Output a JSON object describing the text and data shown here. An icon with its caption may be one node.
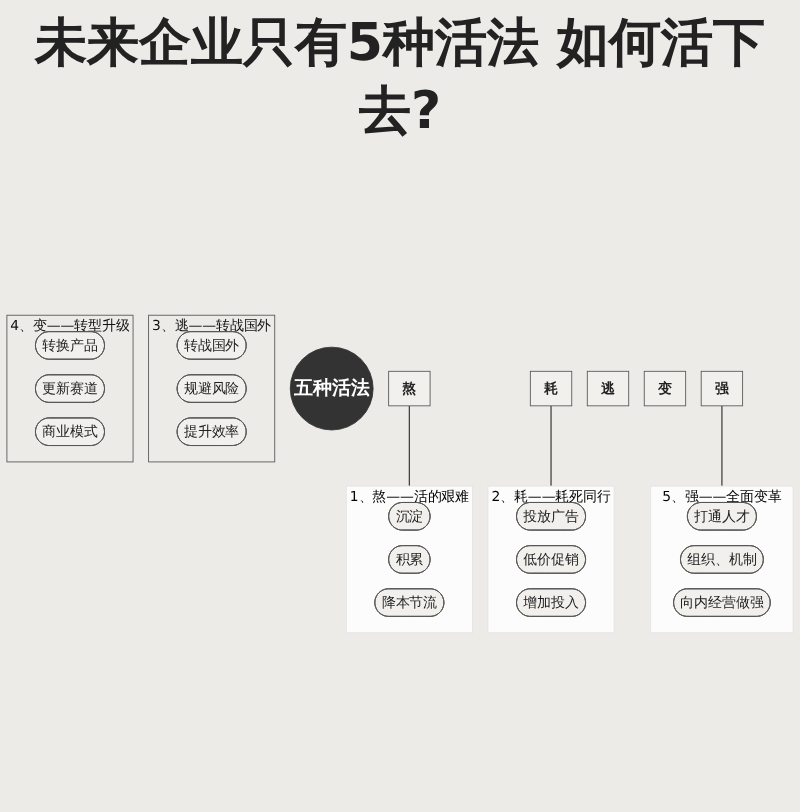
{
  "diagram": {
    "title": "未来企业只有5种活法 如何活下去?",
    "nodes": [
      {
        "text": [
          "1、熬——活的艰难"
        ]
      },
      {
        "text": [
          "沉淀"
        ],
        "in": 0
      },
      {
        "text": [
          "积累"
        ],
        "in": 0
      },
      {
        "text": [
          "降本节流"
        ],
        "in": 0
      },
      {
        "text": [
          "2、耗——耗死同行"
        ]
      },
      {
        "text": [
          "投放广告"
        ],
        "in": 4
      },
      {
        "text": [
          "低价促销"
        ],
        "in": 4
      },
      {
        "text": [
          "增加投入"
        ],
        "in": 4
      },
      {
        "text": [
          "五种活法"
        ]
      },
      {
        "text": [
          "熬"
        ]
      },
      {
        "text": [
          "耗"
        ]
      },
      {
        "text": [
          "逃"
        ]
      },
      {
        "text": [
          "变"
        ]
      },
      {
        "text": [
          "强"
        ]
      },
      {
        "text": [
          "3、逃——转战国外"
        ]
      },
      {
        "text": [
          "转战国外"
        ],
        "in": 14
      },
      {
        "text": [
          "规避风险"
        ],
        "in": 14
      },
      {
        "text": [
          "提升效率"
        ],
        "in": 14
      },
      {
        "text": [
          "4、变——转型升级"
        ]
      },
      {
        "text": [
          "转换产品"
        ],
        "in": 18
      },
      {
        "text": [
          "更新赛道"
        ],
        "in": 18
      },
      {
        "text": [
          "商业模式"
        ],
        "in": 18
      },
      {
        "text": [
          "5、强——全面变革"
        ]
      },
      {
        "text": [
          "打通人才"
        ],
        "in": 22
      },
      {
        "text": [
          "组织、机制"
        ],
        "in": 22
      },
      {
        "text": [
          "向内经营做强"
        ],
        "in": 22
      }
    ],
    "edges": [
      {
        "from": 9,
        "to": 0,
        "arrow": "none"
      },
      {
        "from": 10,
        "to": 4,
        "arrow": "none"
      },
      {
        "from": 13,
        "to": 22,
        "arrow": "none"
      }
    ]
  }
}
